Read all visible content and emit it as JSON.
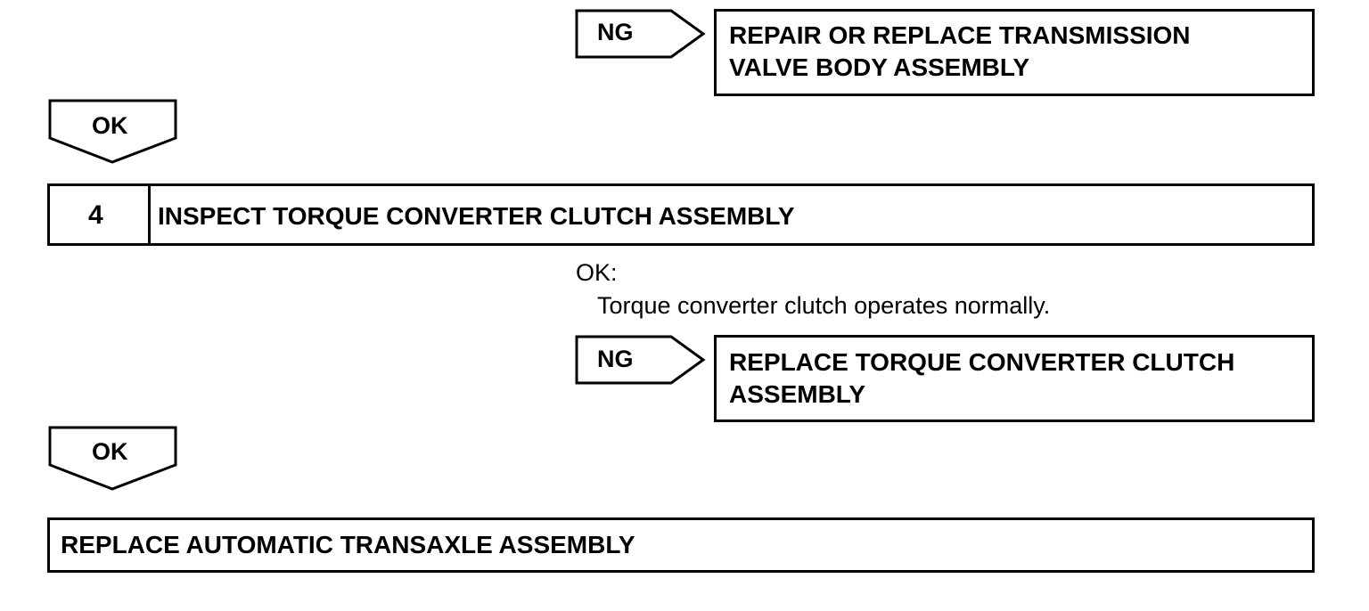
{
  "flow": {
    "ng1": {
      "label": "NG",
      "result": "REPAIR OR REPLACE TRANSMISSION VALVE BODY ASSEMBLY",
      "result_line1": "REPAIR OR REPLACE TRANSMISSION",
      "result_line2": "VALVE BODY ASSEMBLY"
    },
    "ok1": {
      "label": "OK"
    },
    "step4": {
      "number": "4",
      "title": "INSPECT TORQUE CONVERTER CLUTCH ASSEMBLY"
    },
    "ok_criteria": {
      "label": "OK:",
      "text": "Torque converter clutch operates normally."
    },
    "ng2": {
      "label": "NG",
      "result_line1": "REPLACE TORQUE CONVERTER CLUTCH",
      "result_line2": "ASSEMBLY"
    },
    "ok2": {
      "label": "OK"
    },
    "final": {
      "text": "REPLACE AUTOMATIC TRANSAXLE ASSEMBLY"
    }
  }
}
